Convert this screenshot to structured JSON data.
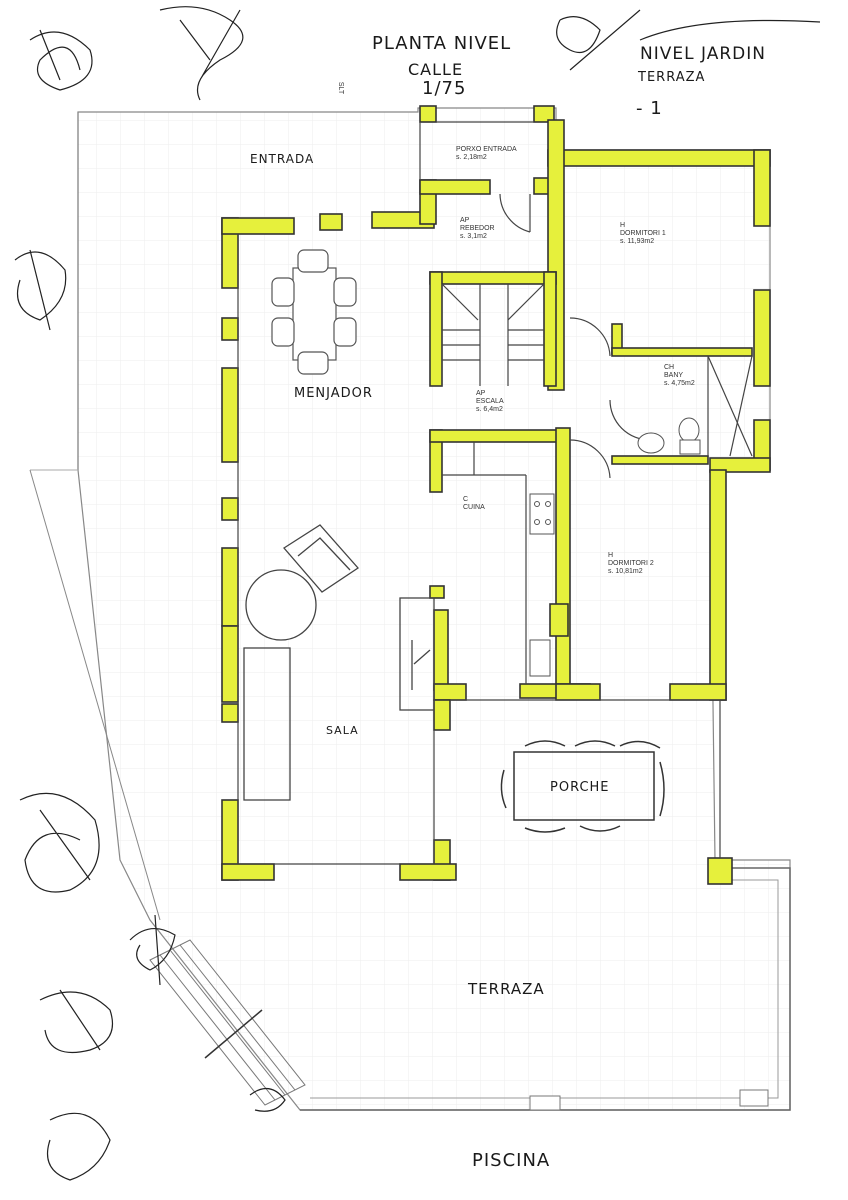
{
  "title": {
    "line1": "PLANTA NIVEL",
    "line2": "CALLE",
    "scale": "1/75"
  },
  "level_note": {
    "line1": "NIVEL JARDIN",
    "line2": "TERRAZA",
    "line3": "- 1"
  },
  "slt_label": "SLT",
  "colors": {
    "wall_fill": "#e6f03c",
    "line": "#333333",
    "grid": "#ececec",
    "paper": "#ffffff"
  },
  "rooms": [
    {
      "code": "",
      "name": "PORXO ENTRADA",
      "area": "s. 2,18m2"
    },
    {
      "code": "AP",
      "name": "REBEDOR",
      "area": "s. 3,1m2"
    },
    {
      "code": "H",
      "name": "DORMITORI 1",
      "area": "s. 11,93m2"
    },
    {
      "code": "CH",
      "name": "BANY",
      "area": "s. 4,75m2"
    },
    {
      "code": "AP",
      "name": "ESCALA",
      "area": "s. 6,4m2"
    },
    {
      "code": "C",
      "name": "CUINA",
      "area": ""
    },
    {
      "code": "H",
      "name": "DORMITORI 2",
      "area": "s. 10,81m2"
    }
  ],
  "handwritten_labels": {
    "entrada": "ENTRADA",
    "menjador": "MENJADOR",
    "sala": "SALA",
    "porche": "PORCHE",
    "terraza": "TERRAZA",
    "piscina": "PISCINA"
  }
}
